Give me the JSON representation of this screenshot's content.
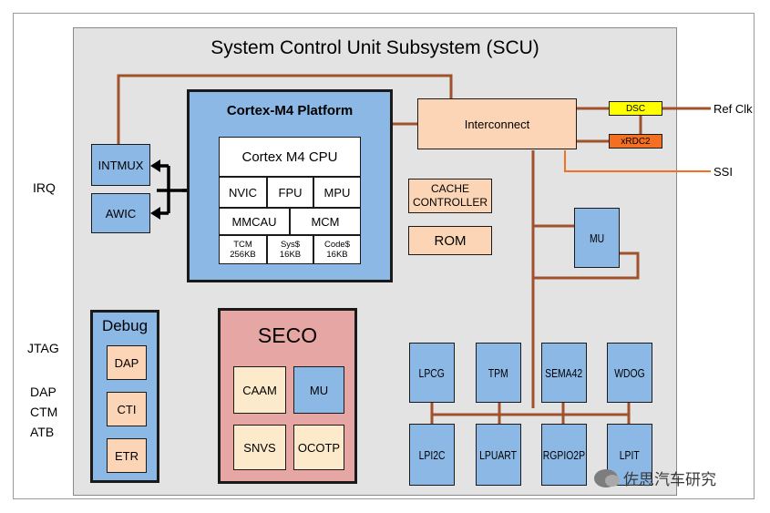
{
  "scu": {
    "title": "System Control Unit  Subsystem (SCU)"
  },
  "external": {
    "irq": "IRQ",
    "jtag": "JTAG",
    "dap": "DAP",
    "ctm": "CTM",
    "atb": "ATB",
    "ref_clk": "Ref Clk",
    "ssi": "SSI"
  },
  "intmux": "INTMUX",
  "awic": "AWIC",
  "platform": {
    "title": "Cortex-M4 Platform",
    "cpu": "Cortex M4 CPU",
    "nvic": "NVIC",
    "fpu": "FPU",
    "mpu": "MPU",
    "mmcau": "MMCAU",
    "mcm": "MCM",
    "tcm": "TCM",
    "tcm_size": "256KB",
    "sys_cache": "Sys$",
    "sys_size": "16KB",
    "code_cache": "Code$",
    "code_size": "16KB"
  },
  "interconnect": "Interconnect",
  "dsc": "DSC",
  "xrdc": "xRDC2",
  "cache_controller": [
    "CACHE",
    "CONTROLLER"
  ],
  "rom": "ROM",
  "mu": "MU",
  "debug": {
    "title": "Debug",
    "dap": "DAP",
    "cti": "CTI",
    "etr": "ETR"
  },
  "seco": {
    "title": "SECO",
    "caam": "CAAM",
    "mu": "MU",
    "snvs": "SNVS",
    "ocotp": "OCOTP"
  },
  "peripherals": {
    "lpcg": "LPCG",
    "tpm": "TPM",
    "sema42": "SEMA42",
    "wdog": "WDOG",
    "lpi2c": "LPI2C",
    "lpuart": "LPUART",
    "rgpio2p": "RGPIO2P",
    "lpit": "LPIT"
  },
  "watermark": "佐思汽车研究",
  "colors": {
    "bus": "#a0522d",
    "block_blue": "#8cb8e6",
    "peach": "#fbd5b5",
    "seco_pink": "#e6a6a4",
    "ssi_line": "#f36f21"
  }
}
